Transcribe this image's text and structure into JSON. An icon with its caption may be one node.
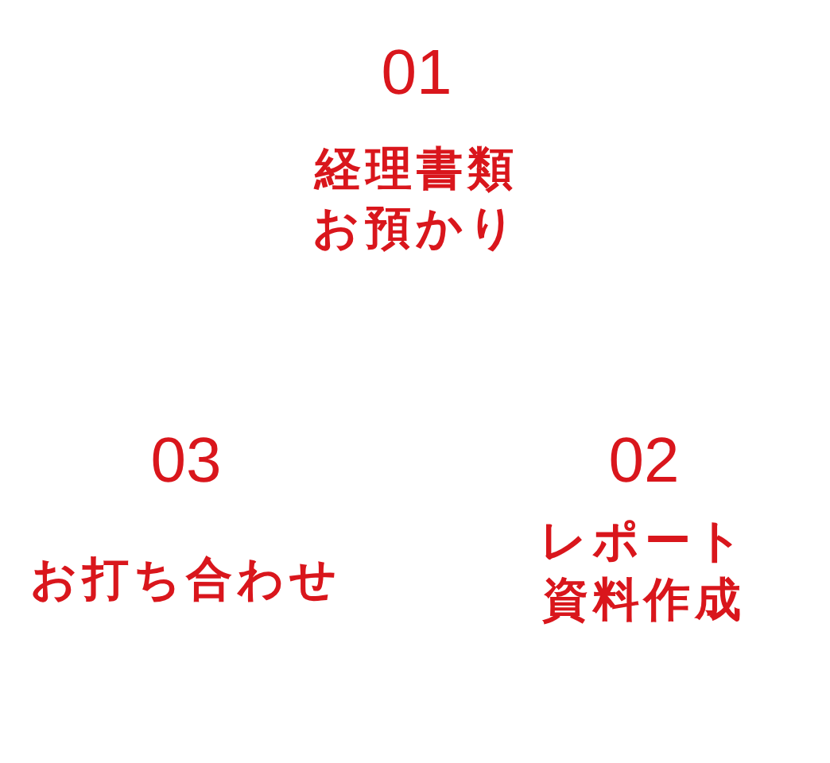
{
  "diagram": {
    "nodes": [
      {
        "text": [
          "01",
          "経理書類お預かり"
        ]
      },
      {
        "text": [
          "02",
          "レポート資料作成"
        ]
      },
      {
        "text": [
          "03",
          "お打ち合わせ"
        ]
      }
    ]
  }
}
